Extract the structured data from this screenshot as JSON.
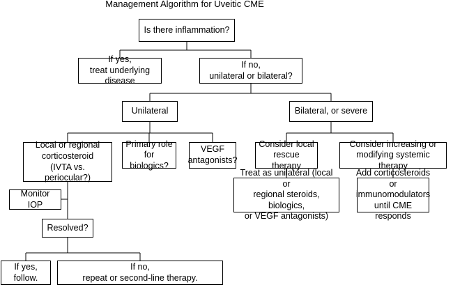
{
  "title": "Management Algorithm for Uveitic CME",
  "nodes": {
    "inflammation": "Is there inflammation?",
    "if_yes": "If yes,\ntreat underlying disease",
    "if_no": "If no,\nunilateral or bilateral?",
    "unilateral": "Unilateral",
    "bilateral": "Bilateral, or severe",
    "local_regional": "Local or regional\ncorticosteroid\n(IVTA vs. periocular?)",
    "biologics": "Primary role\nfor biologics?",
    "vegf": "VEGF\nantagonists?",
    "local_rescue": "Consider local\nrescue therapy",
    "systemic": "Consider increasing or\nmodifying systemic therapy",
    "treat_unilateral": "Treat as unilateral (local or\nregional steroids, biologics,\nor VEGF antagonists)",
    "add_corticosteroids": "Add corticosteroids\nor immunomodulators\nuntil CME responds",
    "monitor_iop": "Monitor IOP",
    "resolved": "Resolved?",
    "yes_follow": "If yes, follow.",
    "no_repeat": "If no,\nrepeat or second-line therapy."
  }
}
